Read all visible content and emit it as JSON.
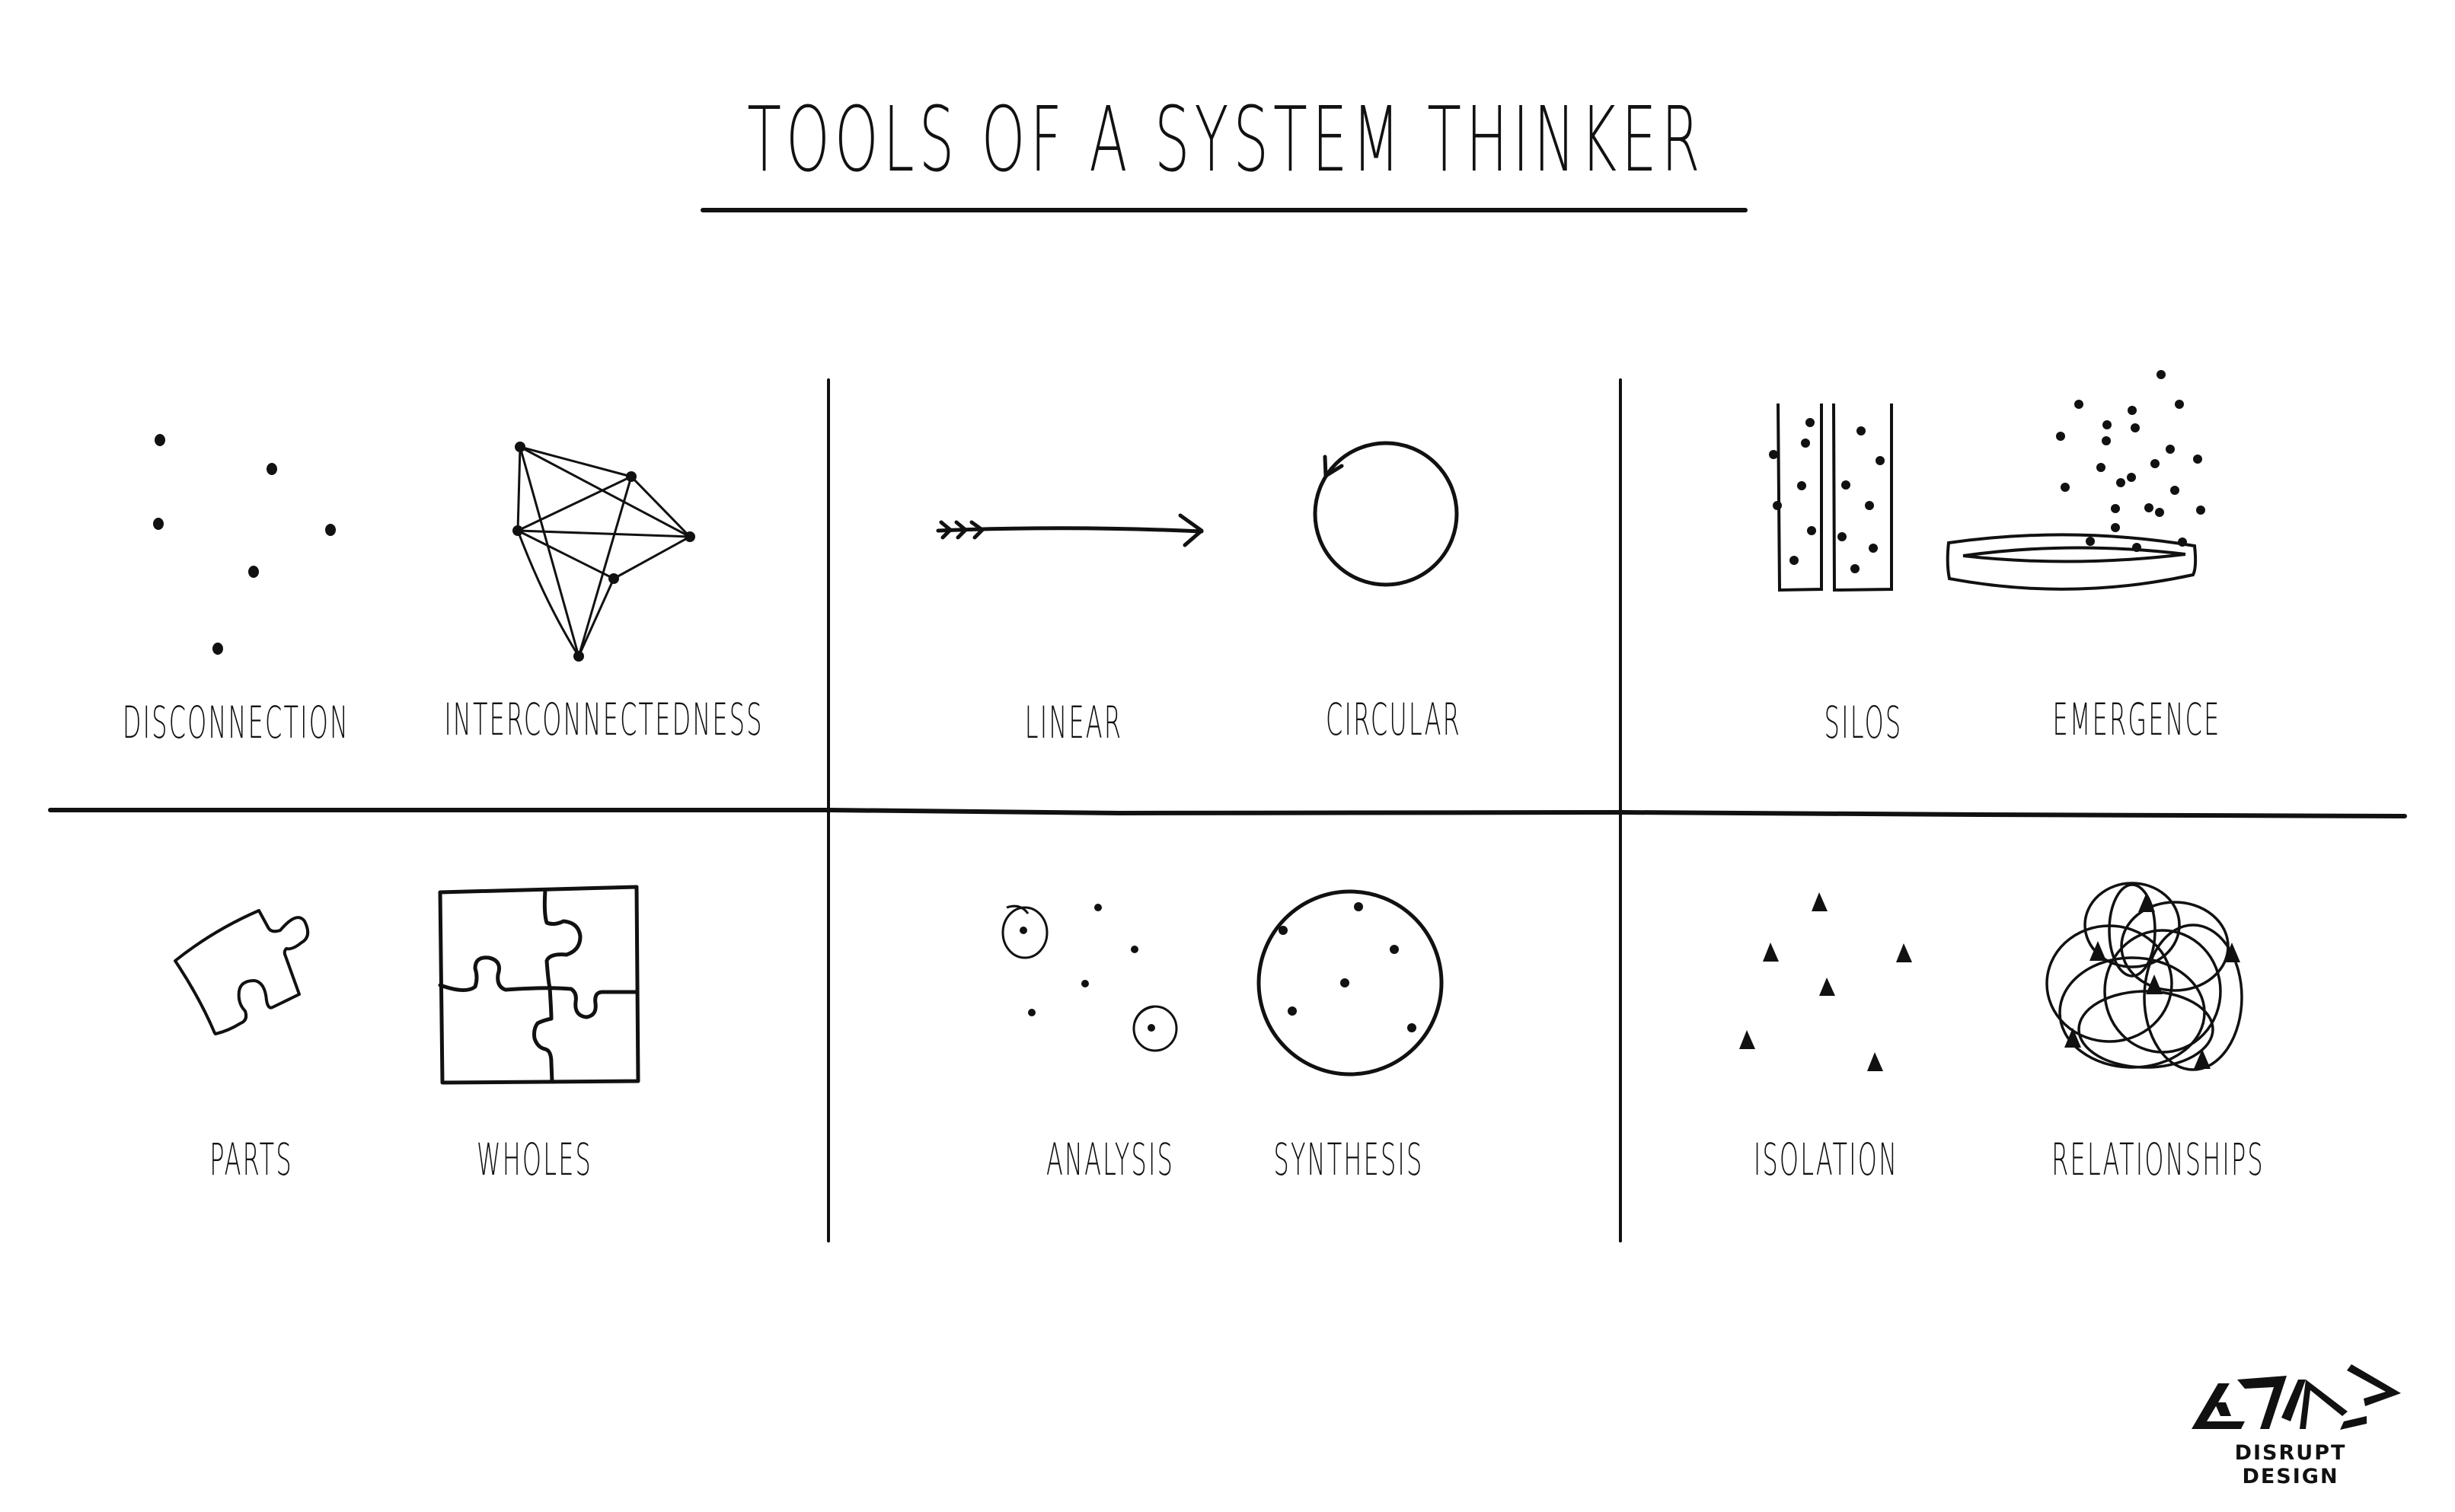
{
  "title": "TOOLS OF A SYSTEM THINKER",
  "grid": {
    "rows": 2,
    "columns": 3,
    "line_color": "#111111"
  },
  "panels": [
    {
      "row": 1,
      "col": 1,
      "left": {
        "label": "DISCONNECTION",
        "icon": "scattered-dots-icon"
      },
      "right": {
        "label": "INTERCONNECTEDNESS",
        "icon": "connected-network-icon"
      }
    },
    {
      "row": 1,
      "col": 2,
      "left": {
        "label": "LINEAR",
        "icon": "arrow-icon"
      },
      "right": {
        "label": "CIRCULAR",
        "icon": "circular-arrow-icon"
      }
    },
    {
      "row": 1,
      "col": 3,
      "left": {
        "label": "SILOS",
        "icon": "silo-columns-icon"
      },
      "right": {
        "label": "EMERGENCE",
        "icon": "emerging-dots-bowl-icon"
      }
    },
    {
      "row": 2,
      "col": 1,
      "left": {
        "label": "PARTS",
        "icon": "puzzle-piece-icon"
      },
      "right": {
        "label": "WHOLES",
        "icon": "completed-puzzle-icon"
      }
    },
    {
      "row": 2,
      "col": 2,
      "left": {
        "label": "ANALYSIS",
        "icon": "circled-dots-icon"
      },
      "right": {
        "label": "SYNTHESIS",
        "icon": "dots-in-circle-icon"
      }
    },
    {
      "row": 2,
      "col": 3,
      "left": {
        "label": "ISOLATION",
        "icon": "scattered-triangles-icon"
      },
      "right": {
        "label": "RELATIONSHIPS",
        "icon": "linked-triangles-icon"
      }
    }
  ],
  "brand": {
    "name": "DISRUPT DESIGN",
    "icon": "disrupt-design-logo-icon"
  }
}
